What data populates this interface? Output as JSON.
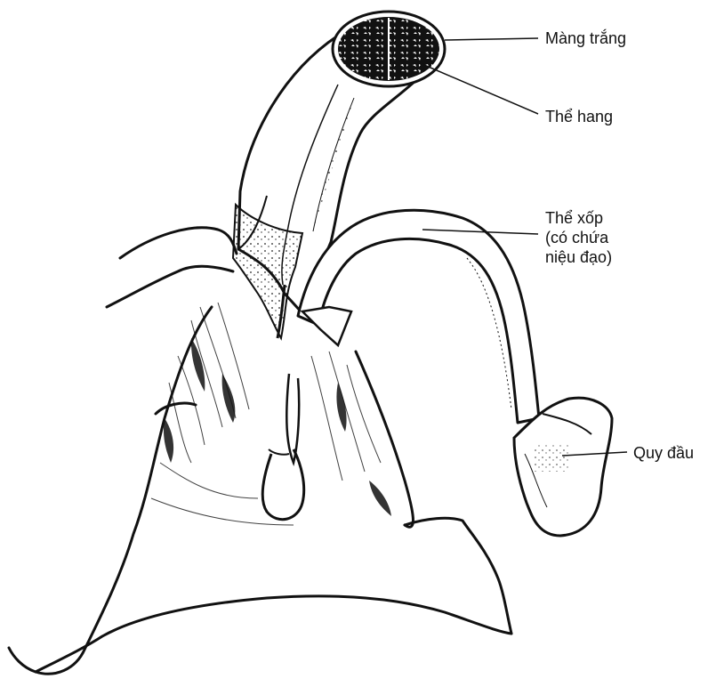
{
  "labels": {
    "mang_trang": "Màng trắng",
    "the_hang": "Thể hang",
    "the_xop": [
      "Thể xốp",
      "(có chứa",
      "niệu đạo)"
    ],
    "quy_dau": "Quy đầu"
  }
}
